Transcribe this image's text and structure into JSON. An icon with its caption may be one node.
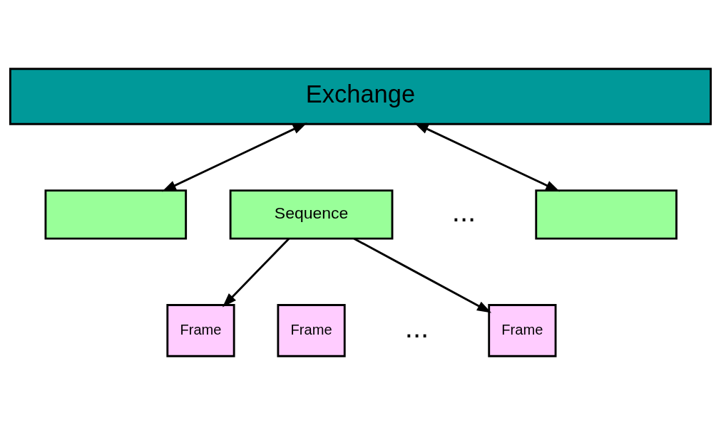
{
  "diagram": {
    "nodes": [
      {
        "text": [
          "Exchange"
        ]
      },
      {
        "text": [],
        "shape": "box"
      },
      {
        "text": [
          "Sequence"
        ]
      },
      {
        "text": [],
        "shape": "box"
      },
      {
        "text": [
          "Frame"
        ]
      },
      {
        "text": [
          "Frame"
        ]
      },
      {
        "text": [
          "Frame"
        ]
      }
    ],
    "edges": [
      {
        "from": 0,
        "to": 1,
        "arrow": "both"
      },
      {
        "from": 0,
        "to": 3,
        "arrow": "both"
      },
      {
        "from": 2,
        "to": 4,
        "arrow": "to"
      },
      {
        "from": 2,
        "to": 6,
        "arrow": "to"
      }
    ],
    "labels": [
      "...",
      "..."
    ]
  }
}
